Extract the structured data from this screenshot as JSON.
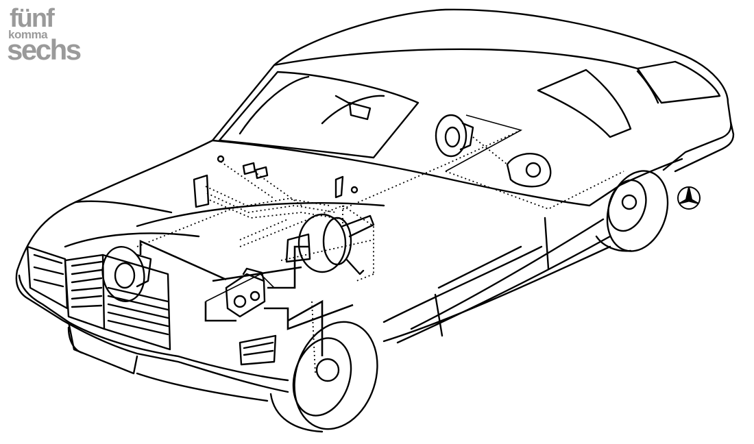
{
  "logo": {
    "line1": "fünf",
    "line2": "komma",
    "line3": "sechs"
  },
  "colors": {
    "ink": "#000000",
    "logo_grey": "#9a9a9a",
    "background": "#ffffff"
  },
  "icons": [
    "mercedes-star-icon"
  ]
}
